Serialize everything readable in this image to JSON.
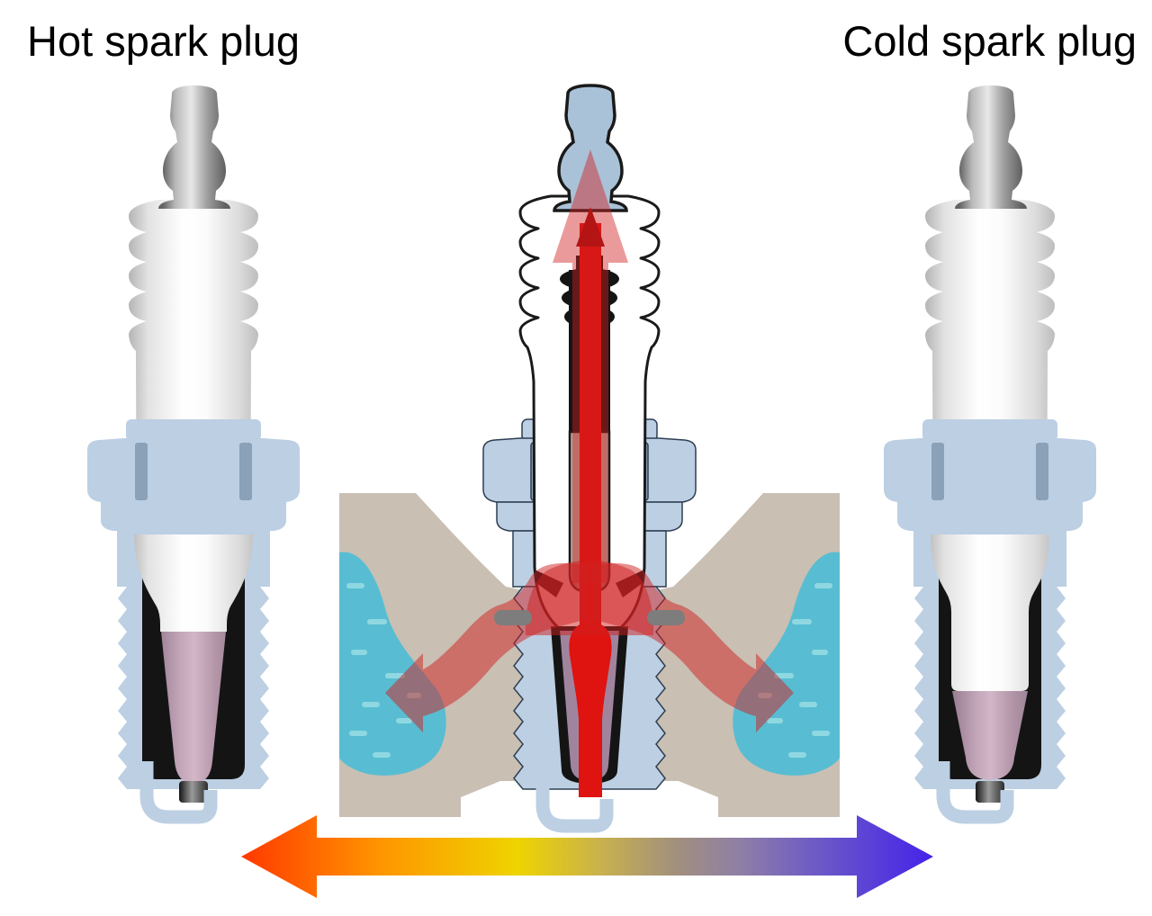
{
  "titles": {
    "hot": "Hot spark plug",
    "cold": "Cold spark plug"
  },
  "parts": [
    "terminal-nut",
    "ceramic-insulator-ribs",
    "metal-shell-hex",
    "mounting-threads",
    "insulator-nose",
    "center-electrode",
    "ground-electrode",
    "cylinder-head",
    "coolant-passage",
    "heat-flow-arrows",
    "temperature-scale-arrow"
  ],
  "colors": {
    "background": "#ffffff",
    "title_text": "#000000",
    "metal_shell": "#bccfe3",
    "shell_inner_face": "#8aa1b8",
    "terminal_section_blue": "#a9c2d8",
    "outline_black": "#1a1a1a",
    "seal_black": "#141414",
    "nose_center_mauve": "#a0849e",
    "electrode_core_gray": "#b5a9a3",
    "heat_red": "#df1310",
    "heat_red_dark": "#9e0c0c",
    "heat_wash_red": "#d02020",
    "cylinder_head_tan": "#c9bfb3",
    "coolant_cyan": "#58bdd2",
    "coolant_speckle": "#8fd8e2",
    "gasket_gray": "#7d7d7d",
    "temperature_gradient": [
      "#ff3800",
      "#ff9500",
      "#eed400",
      "#c8b14e",
      "#a18f7e",
      "#8e7fa6",
      "#6b57c8",
      "#4523e9"
    ]
  }
}
